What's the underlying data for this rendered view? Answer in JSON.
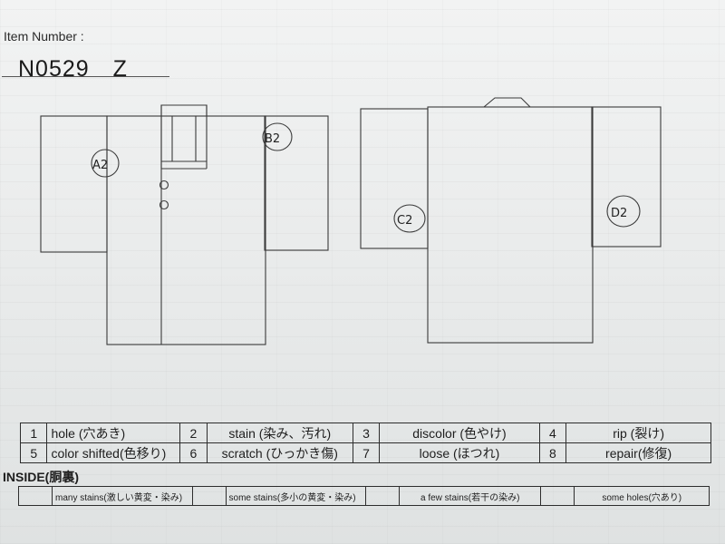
{
  "header": {
    "item_number_label": "Item Number :",
    "item_number_value": "N0529　Z"
  },
  "diagram": {
    "front_markers": [
      "A2",
      "B2"
    ],
    "back_markers": [
      "C2",
      "D2"
    ]
  },
  "legend": {
    "rows": [
      [
        {
          "num": "1",
          "label": "hole (穴あき)"
        },
        {
          "num": "2",
          "label": "stain (染み、汚れ)"
        },
        {
          "num": "3",
          "label": "discolor (色やけ)"
        },
        {
          "num": "4",
          "label": "rip (裂け)"
        }
      ],
      [
        {
          "num": "5",
          "label": "color shifted(色移り)"
        },
        {
          "num": "6",
          "label": "scratch (ひっかき傷)"
        },
        {
          "num": "7",
          "label": "loose (ほつれ)"
        },
        {
          "num": "8",
          "label": "repair(修復)"
        }
      ]
    ]
  },
  "inside": {
    "title": "INSIDE(胴裏)",
    "items": [
      "many stains(激しい黄変・染み)",
      "some stains(多小の黄変・染み)",
      "a few stains(若干の染み)",
      "some holes(穴あり)"
    ]
  }
}
